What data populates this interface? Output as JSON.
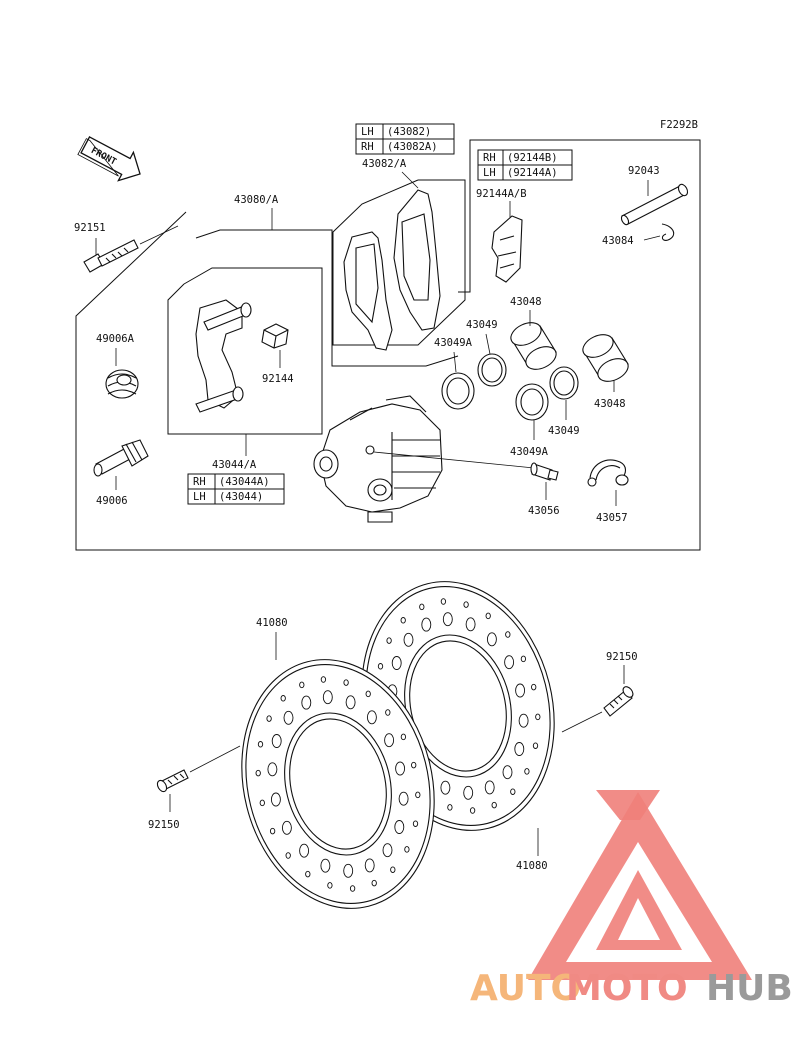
{
  "diagram_code": "F2292B",
  "front_label": "FRONT",
  "labels": {
    "p43082A": "43082/A",
    "p43080A": "43080/A",
    "p92151": "92151",
    "p92144AB": "92144A/B",
    "p92043": "92043",
    "p43084": "43084",
    "p49006A": "49006A",
    "p92144": "92144",
    "p43048_top": "43048",
    "p43049_top": "43049",
    "p43049A_top": "43049A",
    "p43048_right": "43048",
    "p43049_right": "43049",
    "p43049A_bottom": "43049A",
    "p43044A": "43044/A",
    "p49006": "49006",
    "p43056": "43056",
    "p43057": "43057",
    "p41080_left": "41080",
    "p92150_right": "92150",
    "p92150_left": "92150",
    "p41080_right": "41080"
  },
  "tables": {
    "pads": [
      {
        "side": "LH",
        "code": "(43082)"
      },
      {
        "side": "RH",
        "code": "(43082A)"
      }
    ],
    "spring": [
      {
        "side": "RH",
        "code": "(92144B)"
      },
      {
        "side": "LH",
        "code": "(92144A)"
      }
    ],
    "bracket": [
      {
        "side": "RH",
        "code": "(43044A)"
      },
      {
        "side": "LH",
        "code": "(43044)"
      }
    ]
  },
  "watermark": {
    "part1": "AUTO",
    "part2": "MOTO",
    "part3": "HUB",
    "color1": "#f5b67a",
    "color2": "#f08a84",
    "color3": "#9a9a9a",
    "logo_color": "#ef7f7a"
  }
}
